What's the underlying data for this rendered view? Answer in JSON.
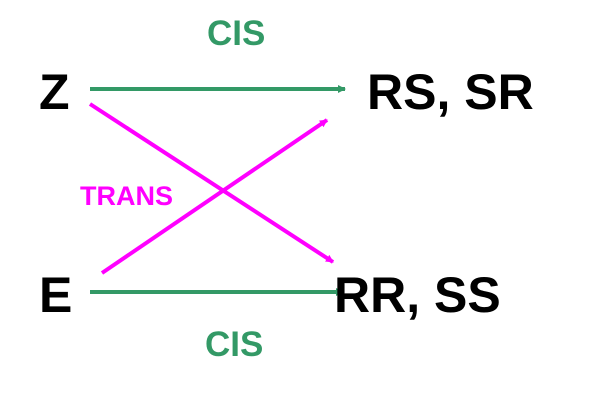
{
  "labels": {
    "z": "Z",
    "e": "E",
    "rs_sr": "RS, SR",
    "rr_ss": "RR, SS",
    "cis_top": "CIS",
    "cis_bottom": "CIS",
    "trans": "TRANS"
  },
  "colors": {
    "cis": "#339966",
    "trans": "#ff00ff",
    "text": "#000000"
  }
}
